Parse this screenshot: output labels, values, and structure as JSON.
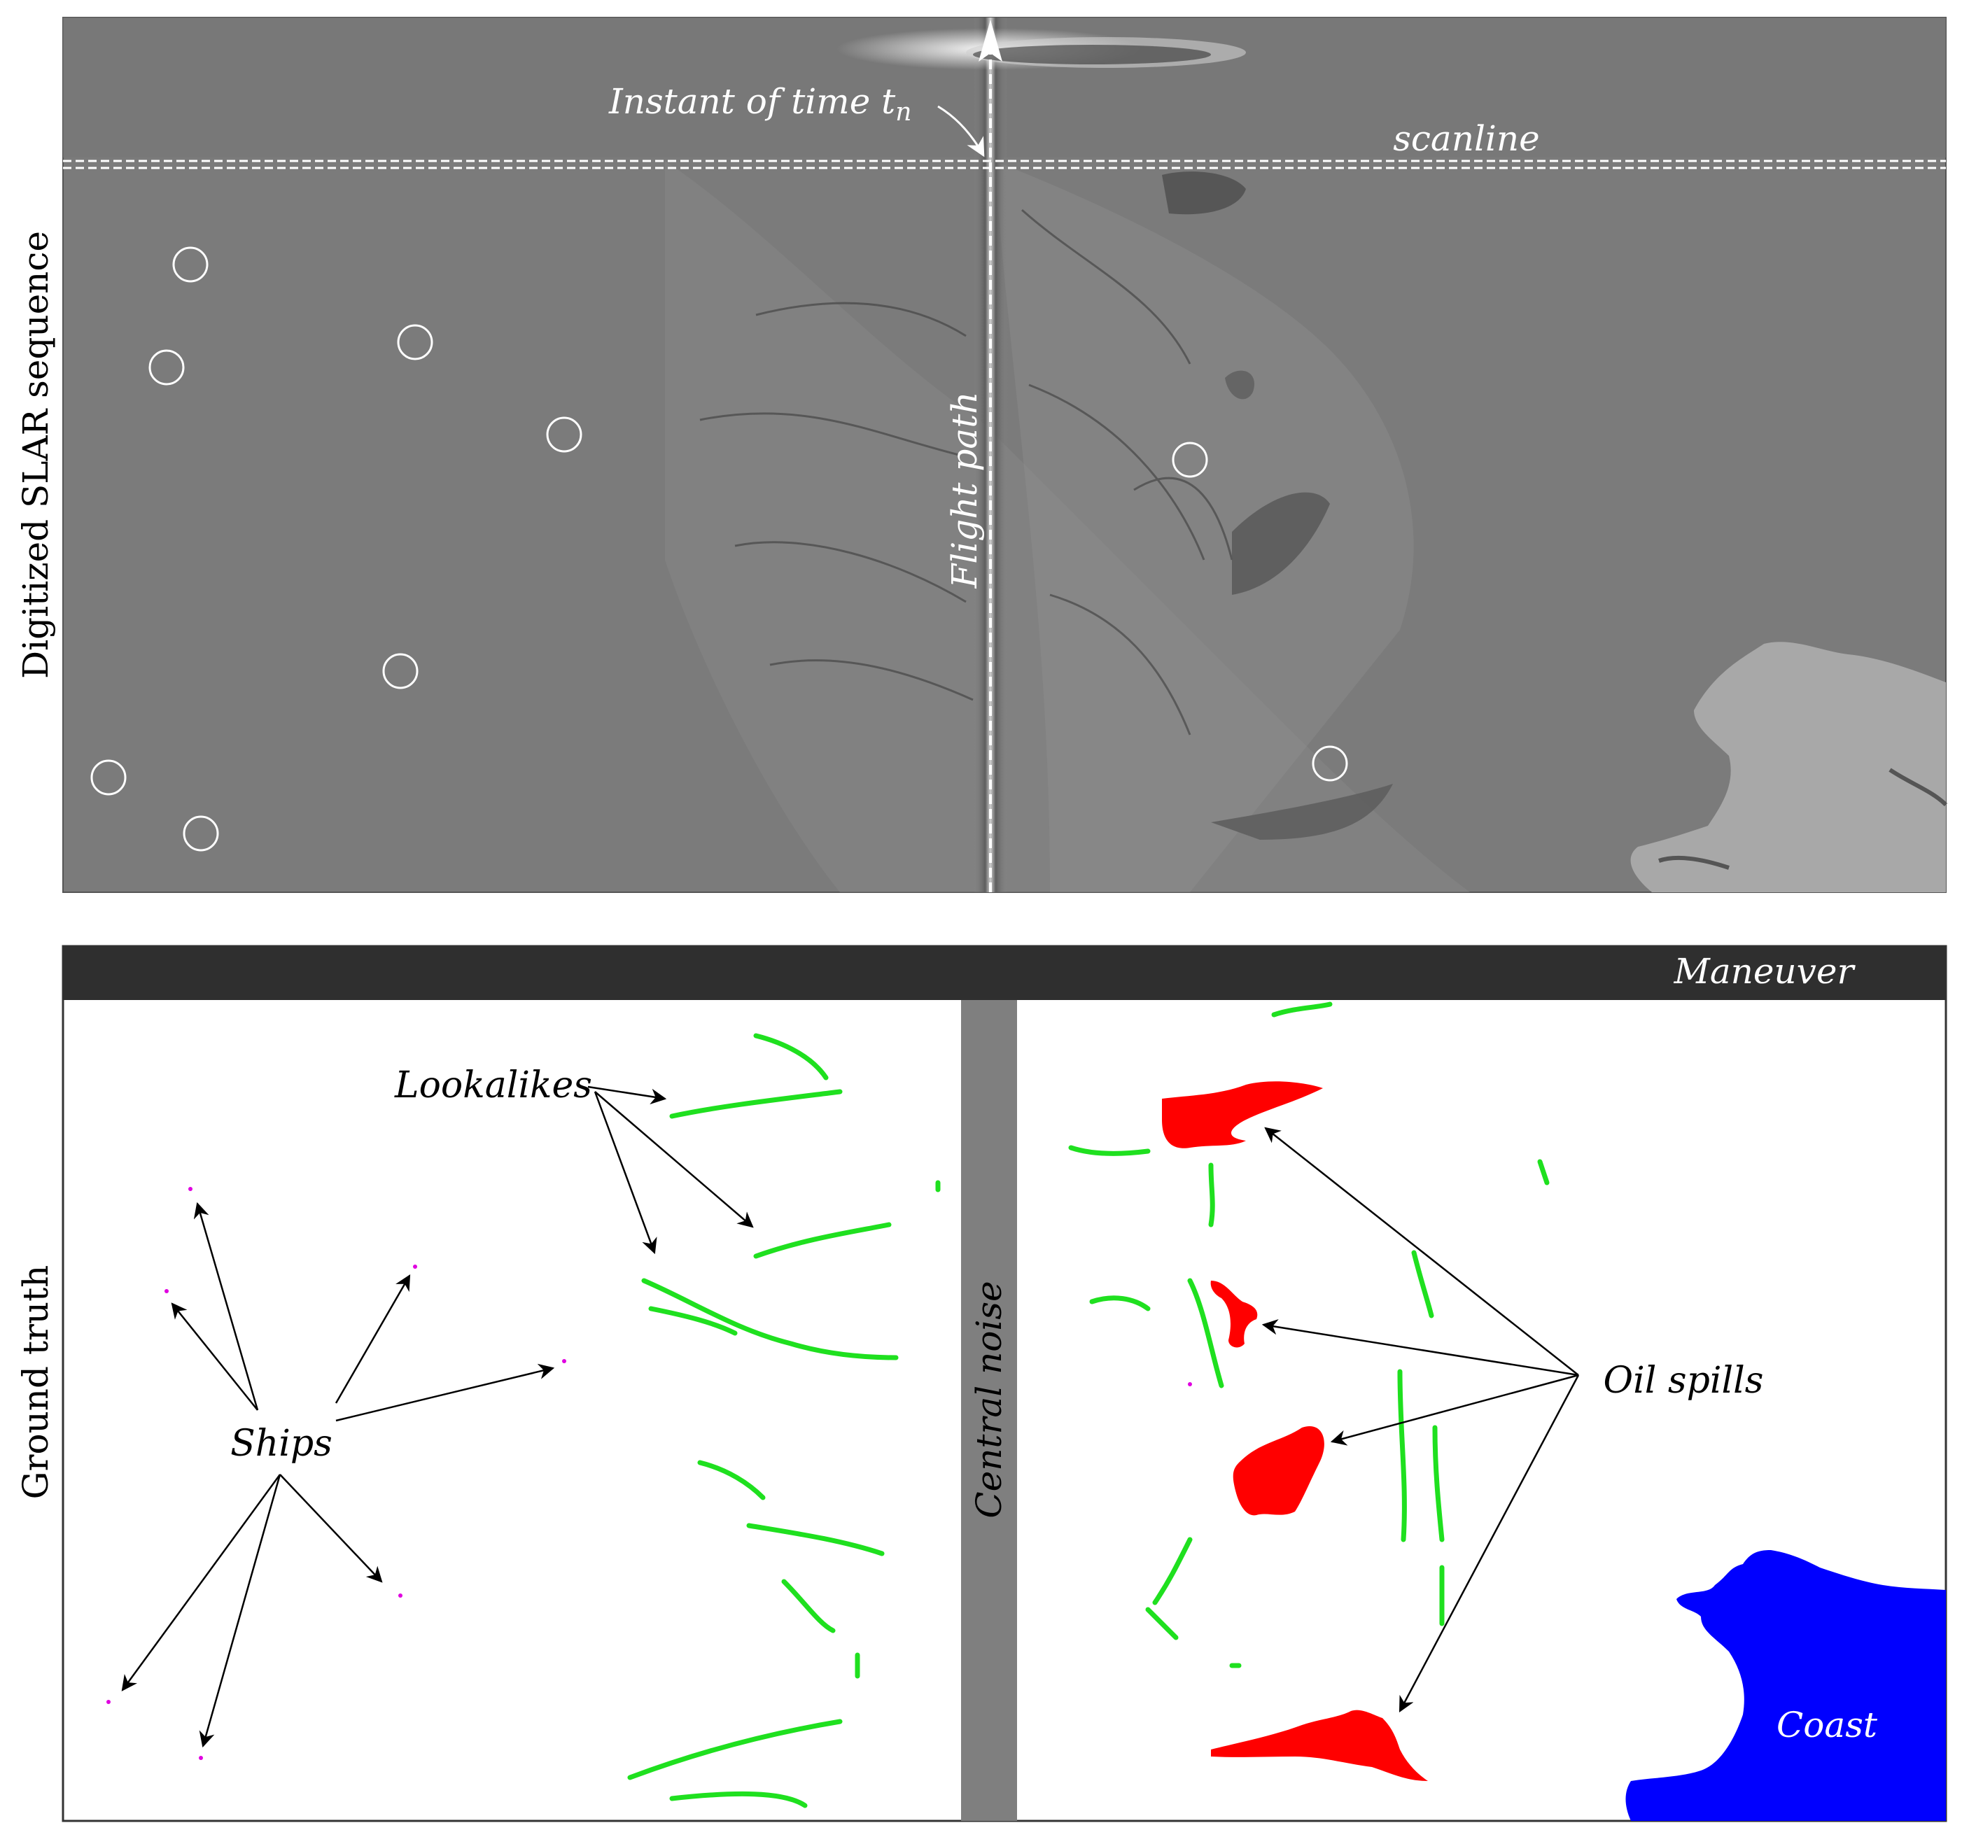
{
  "top_panel": {
    "side_label": "Digitized SLAR sequence",
    "instant_label": "Instant of time t",
    "instant_subscript": "n",
    "scanline_label": "scanline",
    "flight_path_label": "Flight path"
  },
  "bottom_panel": {
    "side_label": "Ground truth",
    "maneuver_label": "Maneuver",
    "central_noise_label": "Central noise",
    "lookalikes_label": "Lookalikes",
    "ships_label": "Ships",
    "oil_spills_label": "Oil spills",
    "coast_label": "Coast"
  },
  "colors": {
    "sea_gray": "#7b7b7b",
    "maneuver_bar": "#2f2f2f",
    "central_noise": "#7f7f7f",
    "lookalike_green": "#1fe01f",
    "oil_red": "#ff0000",
    "coast_blue": "#0000ff",
    "ship_magenta": "#e000e0",
    "annotation_white": "#ffffff"
  }
}
